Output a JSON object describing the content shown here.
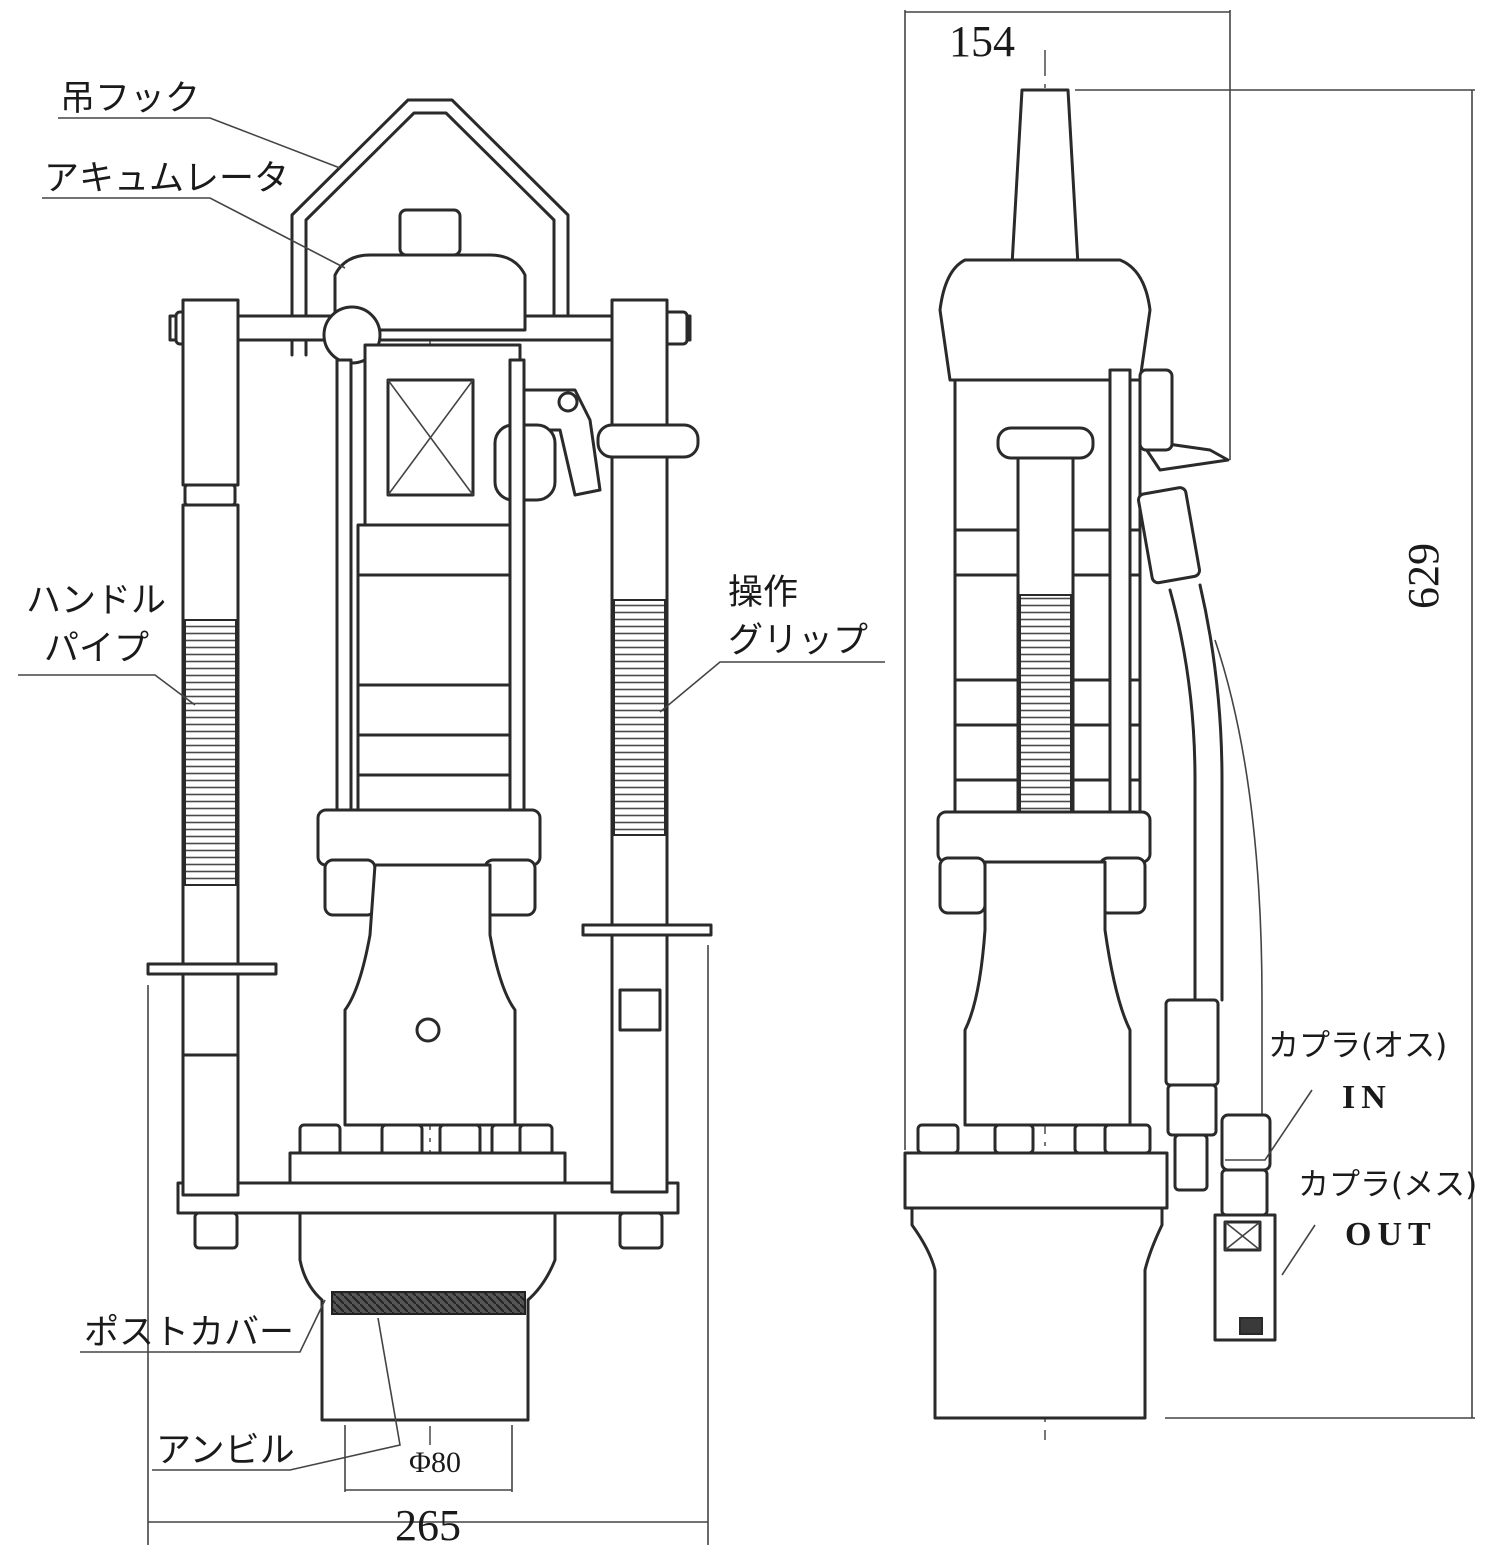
{
  "labels": {
    "hook": "吊フック",
    "accumulator": "アキュムレータ",
    "handle_pipe_line1": "ハンドル",
    "handle_pipe_line2": "パイプ",
    "grip_line1": "操作",
    "grip_line2": "グリップ",
    "post_cover": "ポストカバー",
    "anvil": "アンビル",
    "coupler_male": "カプラ(オス)",
    "coupler_male_port": "IN",
    "coupler_female": "カプラ(メス)",
    "coupler_female_port": "OUT"
  },
  "dimensions": {
    "width": "265",
    "anvil_diameter": "Φ80",
    "depth": "154",
    "height": "629"
  }
}
